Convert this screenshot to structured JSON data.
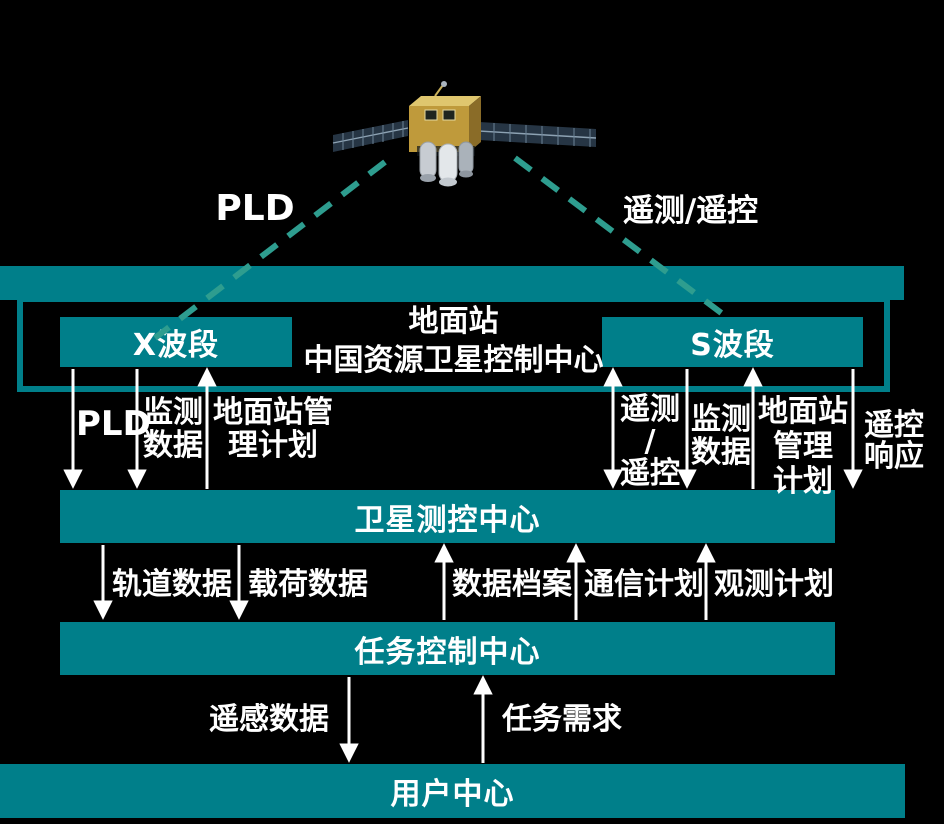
{
  "colors": {
    "teal": "#007f8a",
    "dash_green": "#2e9d8f",
    "arrow_white": "#ffffff",
    "background": "#000000",
    "satellite_body_gold": "#bf9a3b",
    "satellite_panel_blue": "#263544"
  },
  "satellite_links": {
    "left": {
      "label": "PLD"
    },
    "right": {
      "label": "遥测/遥控"
    }
  },
  "ground_station": {
    "title_line1": "地面站",
    "title_line2": "中国资源卫星控制中心",
    "x_band_label": "X波段",
    "s_band_label": "S波段"
  },
  "centers": {
    "satcc_label": "卫星测控中心",
    "mcc_label": "任务控制中心",
    "user_label": "用户中心"
  },
  "flows": {
    "station_satcc": [
      {
        "label": "PLD",
        "direction": "down"
      },
      {
        "label": "监测\n数据",
        "direction": "down"
      },
      {
        "label": "地面站管\n理计划",
        "direction": "up"
      },
      {
        "label": "遥测\n/\n遥控",
        "direction": "both"
      },
      {
        "label": "监测\n数据",
        "direction": "down"
      },
      {
        "label": "地面站\n管理\n计划",
        "direction": "up"
      },
      {
        "label": "遥控\n响应",
        "direction": "down"
      }
    ],
    "satcc_mcc": [
      {
        "label": "轨道数据",
        "direction": "down"
      },
      {
        "label": "载荷数据",
        "direction": "down"
      },
      {
        "label": "数据档案",
        "direction": "up"
      },
      {
        "label": "通信计划",
        "direction": "up"
      },
      {
        "label": "观测计划",
        "direction": "up"
      }
    ],
    "mcc_user": [
      {
        "label": "遥感数据",
        "direction": "down"
      },
      {
        "label": "任务需求",
        "direction": "up"
      }
    ]
  }
}
